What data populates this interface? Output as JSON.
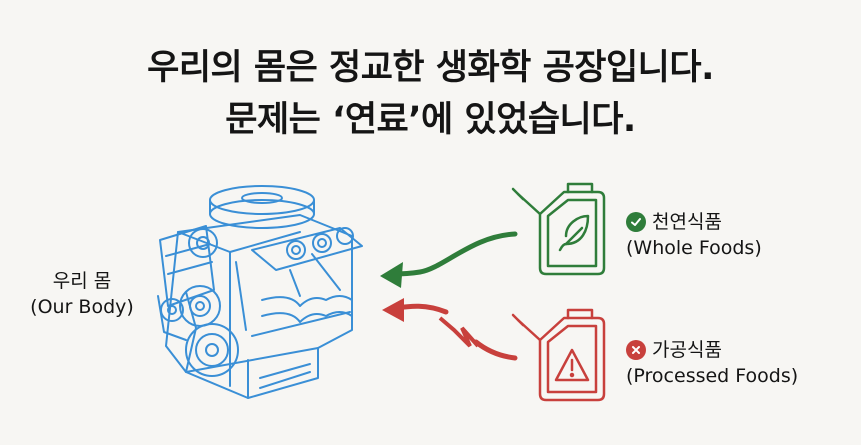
{
  "headline": {
    "line1": "우리의 몸은 정교한 생화학 공장입니다.",
    "line2": "문제는 ‘연료’에 있었습니다."
  },
  "body_label": {
    "korean": "우리 몸",
    "english": "(Our Body)"
  },
  "good_fuel": {
    "korean": "천연식품",
    "english": "(Whole Foods)",
    "icon": "check-circle-icon",
    "color": "#2f7d3a"
  },
  "bad_fuel": {
    "korean": "가공식품",
    "english": "(Processed Foods)",
    "icon": "x-circle-icon",
    "color": "#c8403c"
  },
  "engine": {
    "icon": "engine-icon",
    "color": "#3a8fd6"
  }
}
